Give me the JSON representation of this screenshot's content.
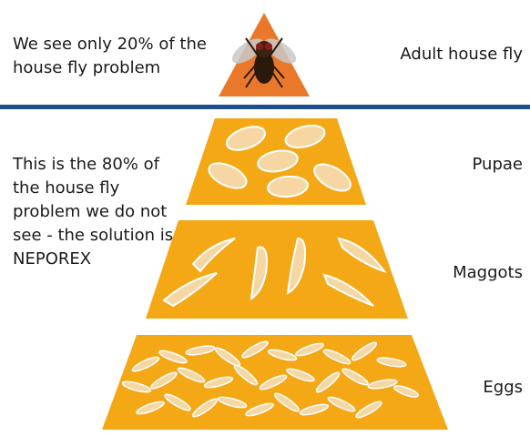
{
  "left_text": {
    "top": "We see only 20% of the house fly problem",
    "middle": "This is the 80% of the house fly problem we do not see - the solution is NEPOREX"
  },
  "labels": {
    "adult": "Adult house fly",
    "pupae": "Pupae",
    "maggots": "Maggots",
    "eggs": "Eggs"
  },
  "colors": {
    "triangle": "#e9782a",
    "tier": "#f4a816",
    "divider": "#1f4e8c",
    "larva": "#f6d6a2"
  },
  "icons": {
    "fly": "house-fly-icon"
  }
}
